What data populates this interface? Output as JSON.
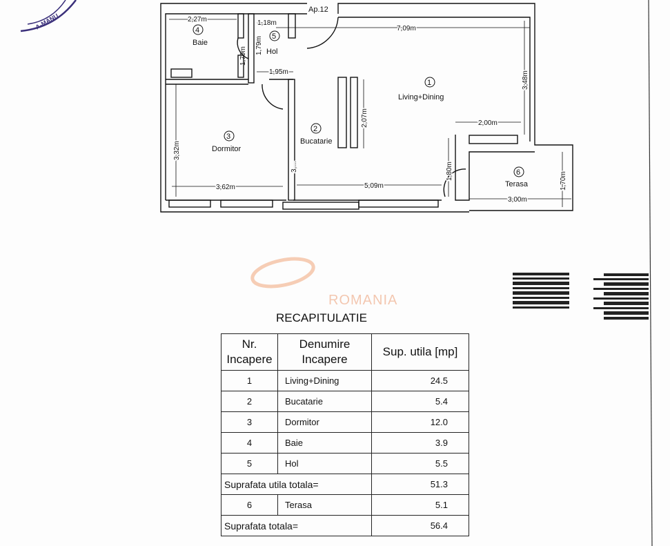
{
  "stamp": {
    "text": "A-MANU"
  },
  "plan": {
    "apartment": "Ap.12",
    "rooms": [
      {
        "nr": "1",
        "name": "Living+Dining"
      },
      {
        "nr": "2",
        "name": "Bucatarie"
      },
      {
        "nr": "3",
        "name": "Dormitor"
      },
      {
        "nr": "4",
        "name": "Baie"
      },
      {
        "nr": "5",
        "name": "Hol"
      },
      {
        "nr": "6",
        "name": "Terasa"
      }
    ],
    "dimensions": [
      "2,27m",
      "1,18m",
      "7,09m",
      "1,79m",
      "1,79m",
      "1,95m",
      "3,48m",
      "2,07m",
      "2,00m",
      "3,32m",
      "3,...",
      "1,80m",
      "1,70m",
      "3,62m",
      "5,09m",
      "3,00m"
    ]
  },
  "watermark": "ROMANIA",
  "summary": {
    "title": "RECAPITULATIE",
    "headers": [
      "Nr. Incapere",
      "Denumire Incapere",
      "Sup. utila [mp]"
    ],
    "rows": [
      {
        "nr": "1",
        "name": "Living+Dining",
        "area": "24.5"
      },
      {
        "nr": "2",
        "name": "Bucatarie",
        "area": "5.4"
      },
      {
        "nr": "3",
        "name": "Dormitor",
        "area": "12.0"
      },
      {
        "nr": "4",
        "name": "Baie",
        "area": "3.9"
      },
      {
        "nr": "5",
        "name": "Hol",
        "area": "5.5"
      }
    ],
    "useful_total_label": "Suprafata utila totala=",
    "useful_total": "51.3",
    "terrace": {
      "nr": "6",
      "name": "Terasa",
      "area": "5.1"
    },
    "total_label": "Suprafata totala=",
    "total": "56.4"
  }
}
